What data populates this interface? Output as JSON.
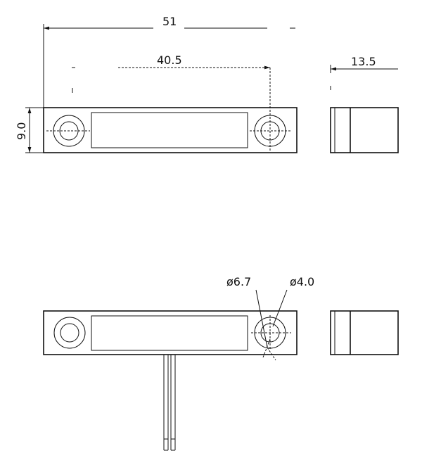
{
  "dimensions": {
    "overall_length": "51",
    "hole_spacing": "40.5",
    "depth": "13.5",
    "height": "9.0",
    "outer_diameter": "ø6.7",
    "inner_diameter": "ø4.0"
  }
}
